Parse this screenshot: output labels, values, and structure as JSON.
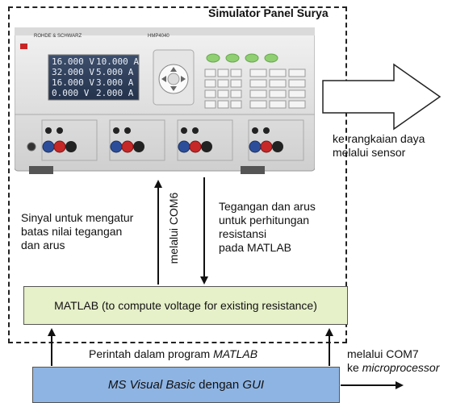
{
  "panel_title": "Simulator Panel Surya",
  "instrument": {
    "brand": "ROHDE & SCHWARZ",
    "model": "HMP4040",
    "readings": [
      {
        "voltage": "16.000 V",
        "current": "10.000 A"
      },
      {
        "voltage": "32.000 V",
        "current": "5.000 A"
      },
      {
        "voltage": "16.000 V",
        "current": "3.000 A"
      },
      {
        "voltage": "0.000 V",
        "current": "2.000 A"
      }
    ]
  },
  "output_label": [
    "ke rangkaian daya",
    "melalui sensor"
  ],
  "left_label": [
    "Sinyal untuk mengatur",
    "batas nilai tegangan",
    "dan arus"
  ],
  "com6_label": "melalui COM6",
  "right_label": [
    "Tegangan dan arus",
    "untuk perhitungan",
    "resistansi",
    "pada MATLAB"
  ],
  "matlab_box": "MATLAB (to compute voltage for existing resistance)",
  "perintah": {
    "prefix": "Perintah dalam program ",
    "emph": "MATLAB"
  },
  "com7": {
    "line1": "melalui COM7",
    "prefix": "ke ",
    "emph": "microprocessor"
  },
  "vb_box": {
    "emph1": "MS Visual Basic",
    "mid": " dengan ",
    "emph2": "GUI"
  }
}
